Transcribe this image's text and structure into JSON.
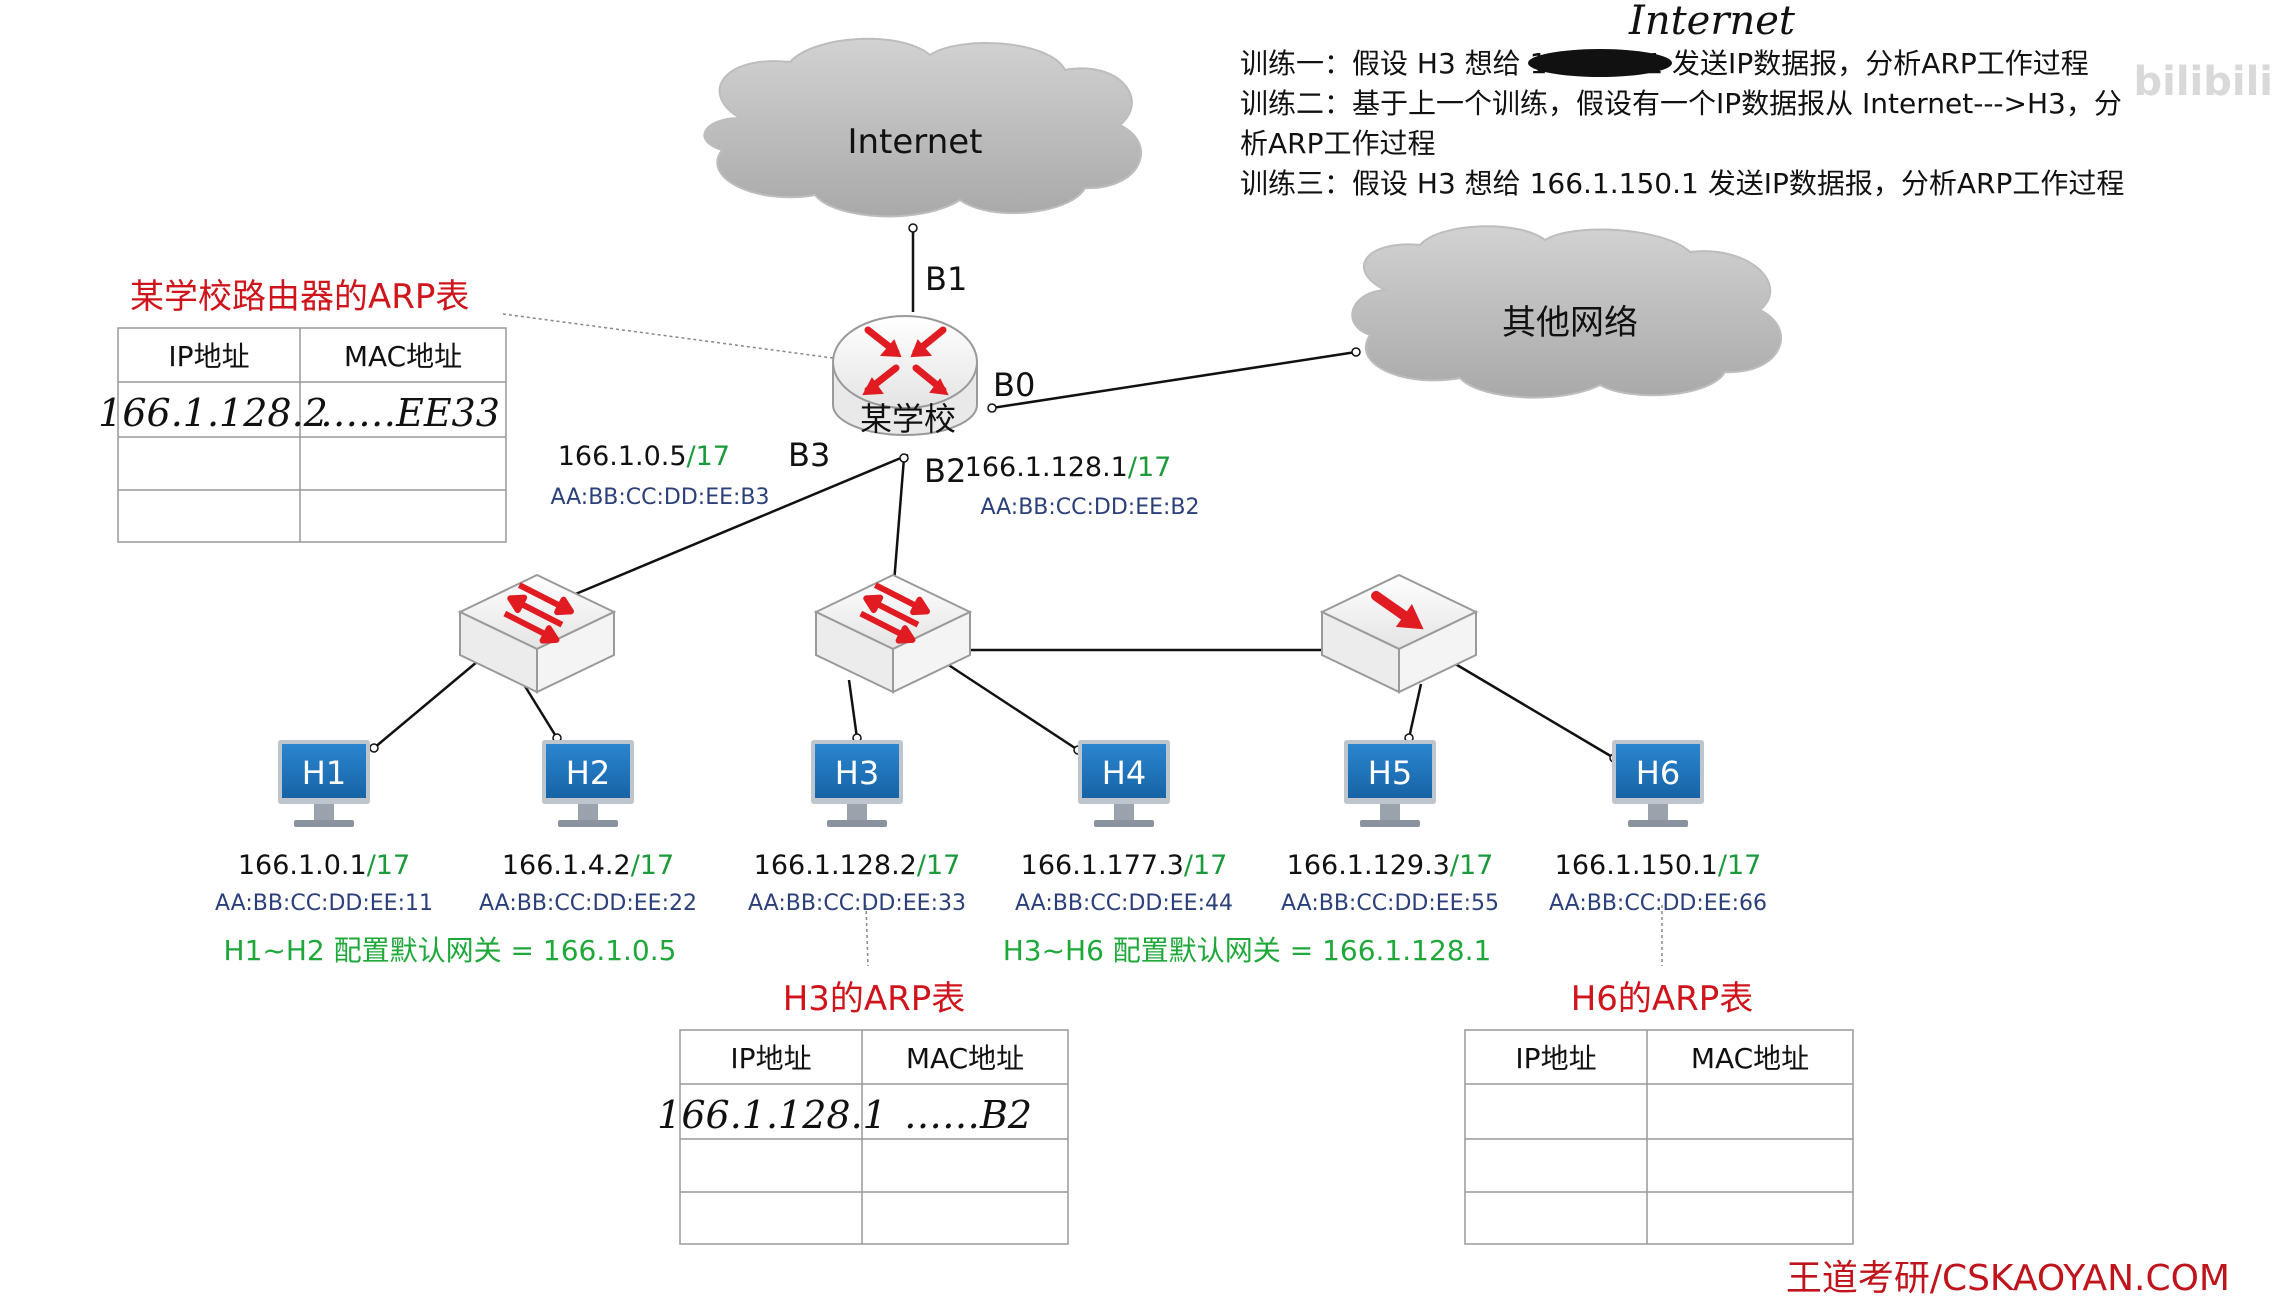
{
  "exercises": {
    "handwritten_note": "Internet",
    "line1": "训练一：假设 H3 想给 166.1.0.1 发送IP数据报，分析ARP工作过程",
    "line2a": "训练二：基于上一个训练，假设有一个IP数据报从 Internet--->H3，分",
    "line2b": "析ARP工作过程",
    "line3": "训练三：假设 H3 想给 166.1.150.1 发送IP数据报，分析ARP工作过程"
  },
  "clouds": {
    "internet": "Internet",
    "other": "其他网络"
  },
  "router": {
    "name": "某学校",
    "ports": {
      "b0": "B0",
      "b1": "B1",
      "b2": "B2",
      "b3": "B3"
    },
    "b3_ip": "166.1.0.5",
    "b3_mask": "/17",
    "b3_mac": "AA:BB:CC:DD:EE:B3",
    "b2_ip": "166.1.128.1",
    "b2_mask": "/17",
    "b2_mac": "AA:BB:CC:DD:EE:B2"
  },
  "hosts": [
    {
      "name": "H1",
      "ip": "166.1.0.1",
      "mask": "/17",
      "mac": "AA:BB:CC:DD:EE:11"
    },
    {
      "name": "H2",
      "ip": "166.1.4.2",
      "mask": "/17",
      "mac": "AA:BB:CC:DD:EE:22"
    },
    {
      "name": "H3",
      "ip": "166.1.128.2",
      "mask": "/17",
      "mac": "AA:BB:CC:DD:EE:33"
    },
    {
      "name": "H4",
      "ip": "166.1.177.3",
      "mask": "/17",
      "mac": "AA:BB:CC:DD:EE:44"
    },
    {
      "name": "H5",
      "ip": "166.1.129.3",
      "mask": "/17",
      "mac": "AA:BB:CC:DD:EE:55"
    },
    {
      "name": "H6",
      "ip": "166.1.150.1",
      "mask": "/17",
      "mac": "AA:BB:CC:DD:EE:66"
    }
  ],
  "gateways": {
    "left": "H1~H2 配置默认网关 = 166.1.0.5",
    "right": "H3~H6 配置默认网关 = 166.1.128.1"
  },
  "tables": {
    "router": {
      "title": "某学校路由器的ARP表",
      "col_ip": "IP地址",
      "col_mac": "MAC地址",
      "row1_ip": "166.1.128.2",
      "row1_mac": "……EE33"
    },
    "h3": {
      "title": "H3的ARP表",
      "col_ip": "IP地址",
      "col_mac": "MAC地址",
      "row1_ip": "166.1.128.1",
      "row1_mac": "……B2"
    },
    "h6": {
      "title": "H6的ARP表",
      "col_ip": "IP地址",
      "col_mac": "MAC地址"
    }
  },
  "watermark": "bilibili",
  "footer": "王道考研/CSKAOYAN.COM",
  "colors": {
    "red_title": "#d0141c",
    "mask_green": "#1a9a3a",
    "gateway_green": "#1fa83a",
    "mac_blue": "#2b3f7a",
    "monitor_blue": "#1e6fb6",
    "router_red": "#e11b22"
  }
}
